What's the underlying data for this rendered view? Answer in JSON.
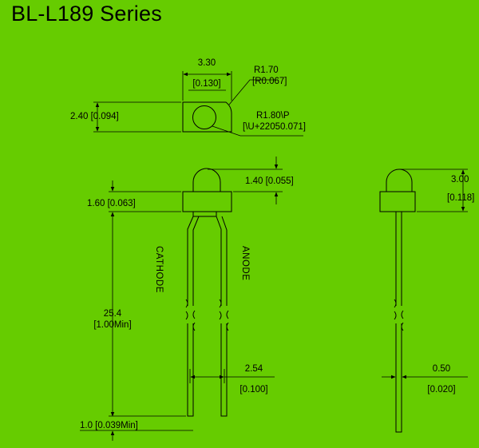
{
  "title": "BL-L189 Series",
  "labels": {
    "top_width": "3.30",
    "top_width_in": "[0.130]",
    "corner_r": "R1.70",
    "corner_r_in": "[R0.067]",
    "lens_r": "R1.80\\P",
    "lens_r_in": "[\\U+22050.071]",
    "top_height": "2.40 [0.094]",
    "lens_height": "1.40 [0.055]",
    "body_height": "1.60 [0.063]",
    "cathode": "CATHODE",
    "anode": "ANODE",
    "lead_length": "25.4",
    "lead_length_in": "[1.00Min]",
    "lead_pitch": "2.54",
    "lead_pitch_in": "[0.100]",
    "stub_length": "1.0 [0.039Min]",
    "total_height": "3.00",
    "total_height_in": "[0.118]",
    "lead_width": "0.50",
    "lead_width_in": "[0.020]"
  },
  "colors": {
    "background": "#66cc00",
    "line": "#000000"
  }
}
